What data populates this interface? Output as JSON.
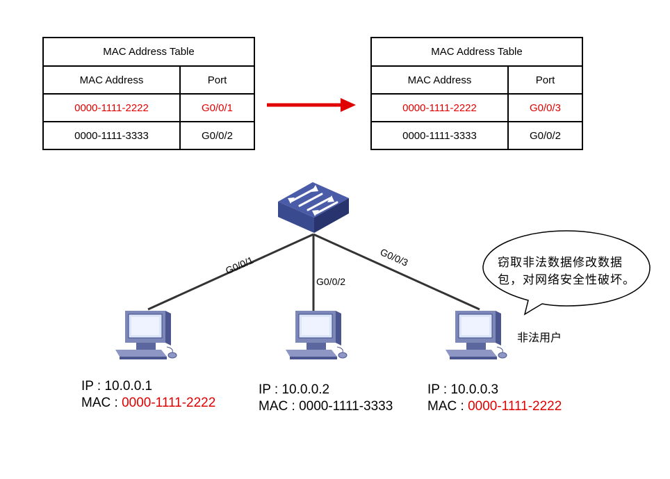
{
  "table_before": {
    "title": "MAC Address Table",
    "headers": [
      "MAC Address",
      "Port"
    ],
    "rows": [
      {
        "mac": "0000-1111-2222",
        "port": "G0/0/1",
        "highlight": true
      },
      {
        "mac": "0000-1111-3333",
        "port": "G0/0/2",
        "highlight": false
      }
    ]
  },
  "table_after": {
    "title": "MAC Address Table",
    "headers": [
      "MAC Address",
      "Port"
    ],
    "rows": [
      {
        "mac": "0000-1111-2222",
        "port": "G0/0/3",
        "highlight": true
      },
      {
        "mac": "0000-1111-3333",
        "port": "G0/0/2",
        "highlight": false
      }
    ]
  },
  "links": {
    "g1": "G0/0/1",
    "g2": "G0/0/2",
    "g3": "G0/0/3"
  },
  "hosts": [
    {
      "ip_label": "IP : 10.0.0.1",
      "mac_prefix": "MAC : ",
      "mac": "0000-1111-2222",
      "mac_highlight": true
    },
    {
      "ip_label": "IP : 10.0.0.2",
      "mac_prefix": "MAC : ",
      "mac": "0000-1111-3333",
      "mac_highlight": false
    },
    {
      "ip_label": "IP : 10.0.0.3",
      "mac_prefix": "MAC : ",
      "mac": "0000-1111-2222",
      "mac_highlight": true
    }
  ],
  "callout": {
    "line1": "窃取非法数据修改数据",
    "line2": "包，对网络安全性破坏。"
  },
  "illegal_user_label": "非法用户",
  "colors": {
    "highlight": "#e00000",
    "arrow": "#e00000",
    "switch_top": "#4a5ca8",
    "switch_front": "#3a4a8e"
  }
}
